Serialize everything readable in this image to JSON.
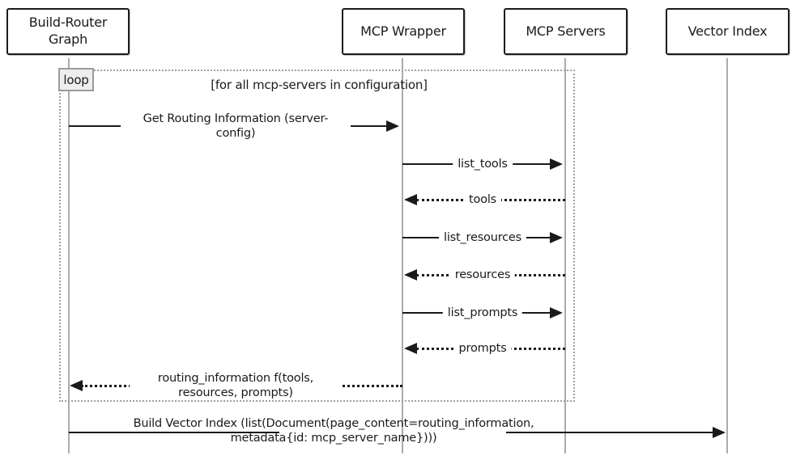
{
  "diagram": {
    "type": "sequence-diagram",
    "participants": [
      {
        "id": "build-router-graph",
        "label": "Build-Router Graph"
      },
      {
        "id": "mcp-wrapper",
        "label": "MCP Wrapper"
      },
      {
        "id": "mcp-servers",
        "label": "MCP Servers"
      },
      {
        "id": "vector-index",
        "label": "Vector Index"
      }
    ],
    "loop": {
      "label": "loop",
      "condition": "[for all mcp-servers in configuration]"
    },
    "messages": [
      {
        "from": "Build-Router Graph",
        "to": "MCP Wrapper",
        "style": "solid",
        "label": "Get Routing Information (server-config)"
      },
      {
        "from": "MCP Wrapper",
        "to": "MCP Servers",
        "style": "solid",
        "label": "list_tools"
      },
      {
        "from": "MCP Servers",
        "to": "MCP Wrapper",
        "style": "dashed",
        "label": "tools"
      },
      {
        "from": "MCP Wrapper",
        "to": "MCP Servers",
        "style": "solid",
        "label": "list_resources"
      },
      {
        "from": "MCP Servers",
        "to": "MCP Wrapper",
        "style": "dashed",
        "label": "resources"
      },
      {
        "from": "MCP Wrapper",
        "to": "MCP Servers",
        "style": "solid",
        "label": "list_prompts"
      },
      {
        "from": "MCP Servers",
        "to": "MCP Wrapper",
        "style": "dashed",
        "label": "prompts"
      },
      {
        "from": "MCP Wrapper",
        "to": "Build-Router Graph",
        "style": "dashed",
        "label": "routing_information f(tools, resources, prompts)"
      },
      {
        "from": "Build-Router Graph",
        "to": "Vector Index",
        "style": "solid",
        "label": "Build Vector Index (list(Document(page_content=routing_information, metadata{id: mcp_server_name})))"
      }
    ],
    "colors": {
      "ink": "#1a1a1a",
      "lifeline": "#ababab",
      "loop_border": "#a0a0a0",
      "loop_label_fill": "#ededed",
      "background": "#ffffff"
    }
  }
}
